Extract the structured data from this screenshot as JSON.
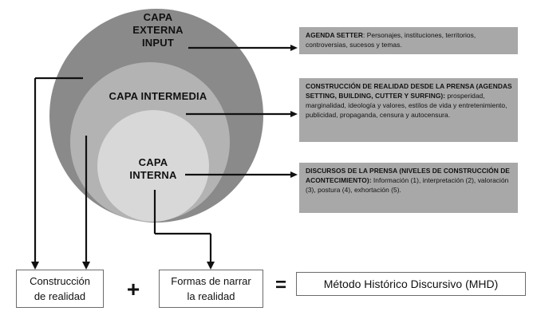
{
  "diagram": {
    "title_present": false,
    "circles": {
      "outer": {
        "label": "CAPA\nEXTERNA\nINPUT",
        "color": "#8a8a8a"
      },
      "middle": {
        "label": "CAPA INTERMEDIA",
        "color": "#b3b3b3"
      },
      "inner": {
        "label": "CAPA\nINTERNA",
        "color": "#d8d8d8"
      }
    },
    "info_boxes": [
      {
        "id": "agenda-setter",
        "heading": "AGENDA SETTER",
        "body": ": Personajes, instituciones, territorios, controversias, sucesos y temas.",
        "background": "#a8a8a8"
      },
      {
        "id": "construccion-realidad-prensa",
        "heading": "CONSTRUCCIÓN DE REALIDAD DESDE LA PRENSA (AGENDAS SETTING, BUILDING, CUTTER Y SURFING):",
        "body": " prosperidad, marginalidad, ideología y valores, estilos de vida y entretenimiento,  publicidad, propaganda, censura y autocensura.",
        "background": "#a8a8a8"
      },
      {
        "id": "discursos-prensa",
        "heading": "DISCURSOS DE LA PRENSA (NIVELES DE CONSTRUCCIÓN DE ACONTECIMIENTO):",
        "body": " Información (1), interpretación (2), valoración (3), postura (4), exhortación (5).",
        "background": "#a8a8a8"
      }
    ],
    "equation": {
      "term1": "Construcción\nde realidad",
      "operator1": "+",
      "term2": "Formas de narrar\nla realidad",
      "operator2": "=",
      "result": "Método  Histórico Discursivo (MHD)"
    },
    "colors": {
      "line": "#111111",
      "box_border": "#6b6b6b",
      "info_bg": "#a8a8a8",
      "page_bg": "#ffffff"
    }
  }
}
